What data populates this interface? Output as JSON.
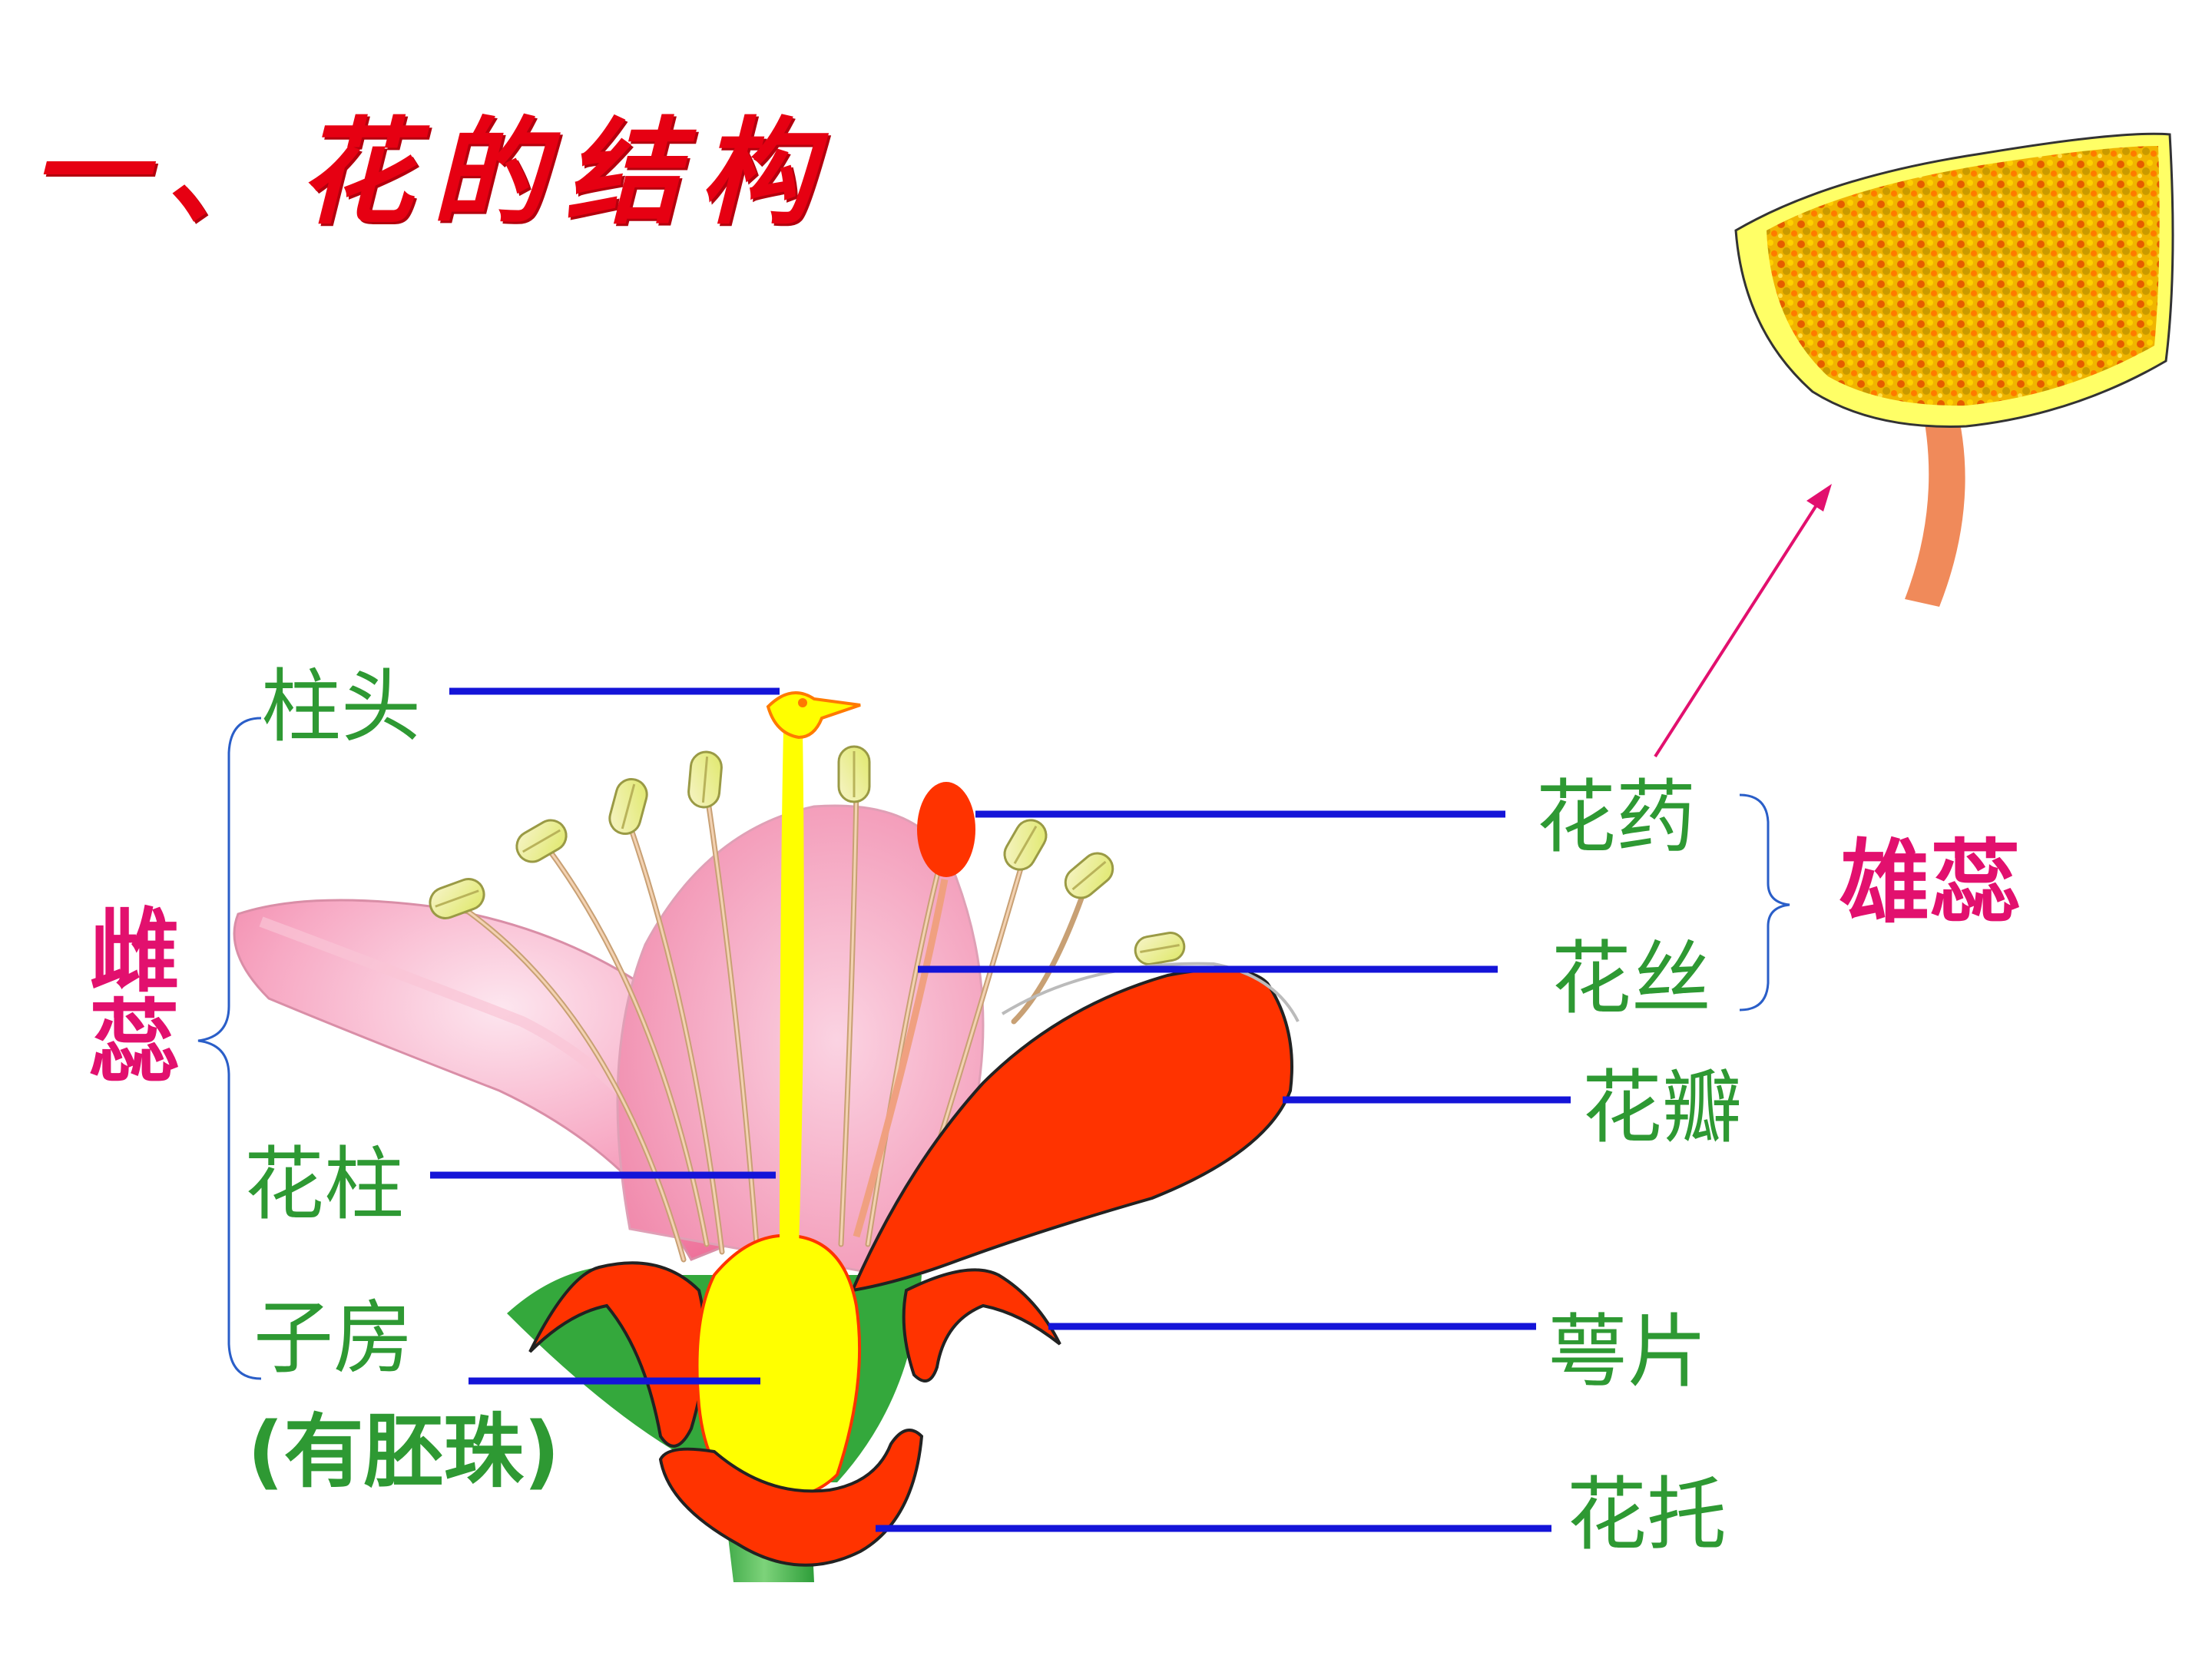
{
  "title": "一、花的结构",
  "labels": {
    "stigma": "柱头",
    "style": "花柱",
    "ovary": "子房",
    "ovule_note": "(有胚珠)",
    "anther": "花药",
    "filament": "花丝",
    "petal": "花瓣",
    "sepal": "萼片",
    "receptacle": "花托"
  },
  "groups": {
    "pistil": "雌蕊",
    "stamen": "雄蕊"
  },
  "colors": {
    "title": "#e60012",
    "label": "#2e9933",
    "group": "#e2106e",
    "leader_line": "#1414d8",
    "highlight_red": "#ff3300",
    "highlight_yellow": "#ffff00",
    "petal_pink": "#f58fb0",
    "pointer_arrow": "#e2106e"
  }
}
